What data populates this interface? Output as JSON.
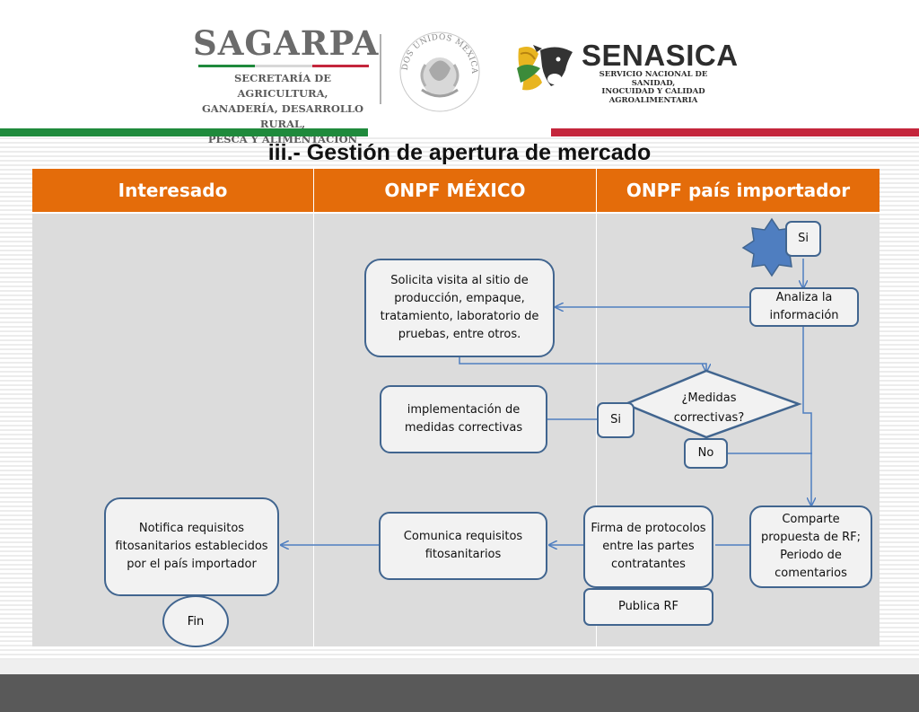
{
  "header": {
    "sagarpa": {
      "name": "SAGARPA",
      "line1": "SECRETARÍA DE AGRICULTURA,",
      "line2": "GANADERÍA, DESARROLLO RURAL,",
      "line3": "PESCA Y ALIMENTACIÓN"
    },
    "seal_text": "ESTADOS UNIDOS MEXICANOS",
    "senasica": {
      "name": "SENASICA",
      "line1": "SERVICIO NACIONAL DE SANIDAD,",
      "line2": "INOCUIDAD Y CALIDAD",
      "line3": "AGROALIMENTARIA"
    }
  },
  "title": "iii.- Gestión de apertura de mercado",
  "columns": [
    "Interesado",
    "ONPF MÉXICO",
    "ONPF país importador"
  ],
  "nodes": {
    "start_si": "Si",
    "analiza": "Analiza la información",
    "solicita": "Solicita visita al sitio de producción, empaque, tratamiento, laboratorio de pruebas, entre otros.",
    "decision": "¿Medidas correctivas?",
    "decision_si": "Si",
    "decision_no": "No",
    "implementacion": "implementación de medidas correctivas",
    "comparte": "Comparte propuesta de RF; Periodo de comentarios",
    "firma": "Firma de protocolos entre las partes contratantes",
    "publica": "Publica RF",
    "comunica": "Comunica requisitos fitosanitarios",
    "notifica": "Notifica requisitos fitosanitarios establecidos por el país importador",
    "fin": "Fin"
  },
  "colors": {
    "header_orange": "#e46c0a",
    "lane_gray": "#dcdcdc",
    "node_border": "#41658f",
    "star_fill": "#4f7ec0",
    "band_green": "#1f8a3c",
    "band_red": "#c4263c",
    "footer_dark": "#595959"
  },
  "icons": {
    "start": "star-icon",
    "seal": "mexican-seal-icon",
    "senasica": "corn-cow-logo-icon"
  }
}
